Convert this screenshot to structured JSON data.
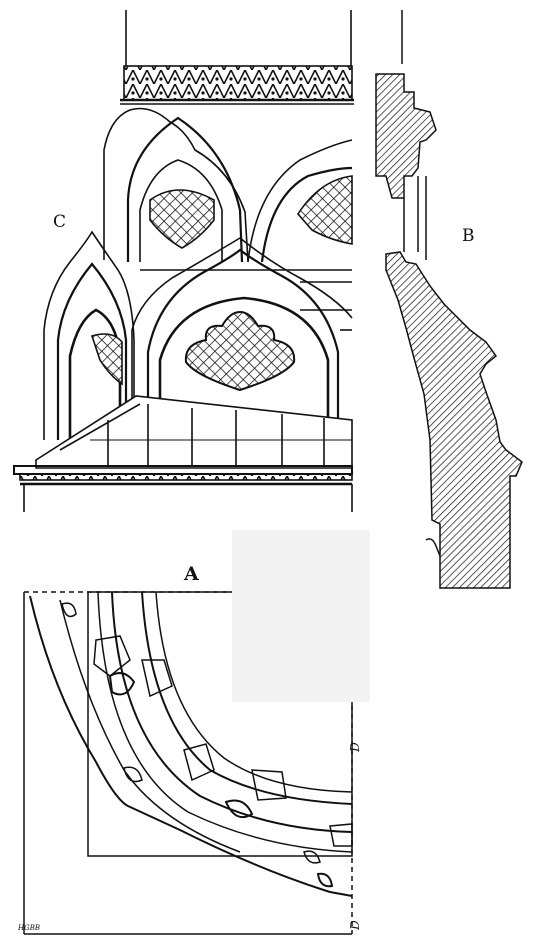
{
  "figure": {
    "labels": {
      "c": "C",
      "b": "B",
      "a": "A",
      "d_upper": "D",
      "d_lower": "D"
    },
    "engraver_mark": "HGBB"
  }
}
